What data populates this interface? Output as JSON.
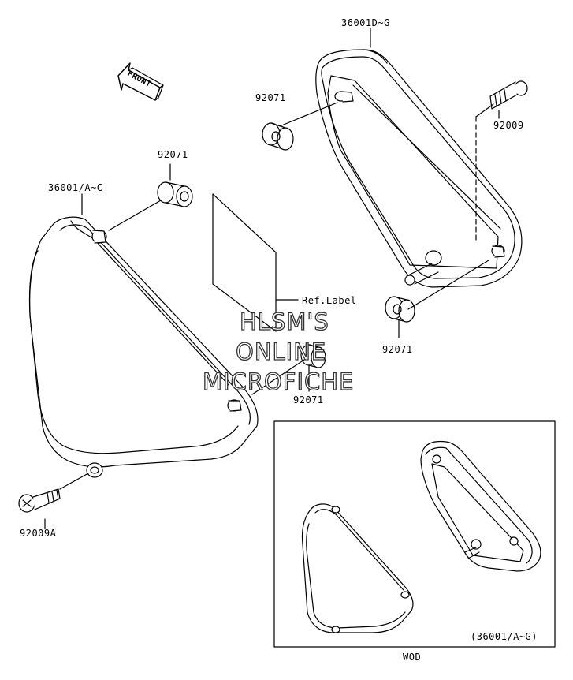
{
  "diagram": {
    "front_label": "FRONT",
    "parts": {
      "cover_right": "36001D~G",
      "grommet_top_right": "92071",
      "bolt_right": "92009",
      "grommet_left": "92071",
      "cover_left": "36001/A~C",
      "ref_label": "Ref.Label",
      "grommet_right": "92071",
      "grommet_center": "92071",
      "bolt_left": "92009A"
    },
    "inset": {
      "caption": "(36001/A~G)",
      "model": "WOD"
    }
  },
  "watermark": {
    "line1": "HLSM'S",
    "line2": "ONLINE",
    "line3": "MICROFICHE"
  }
}
